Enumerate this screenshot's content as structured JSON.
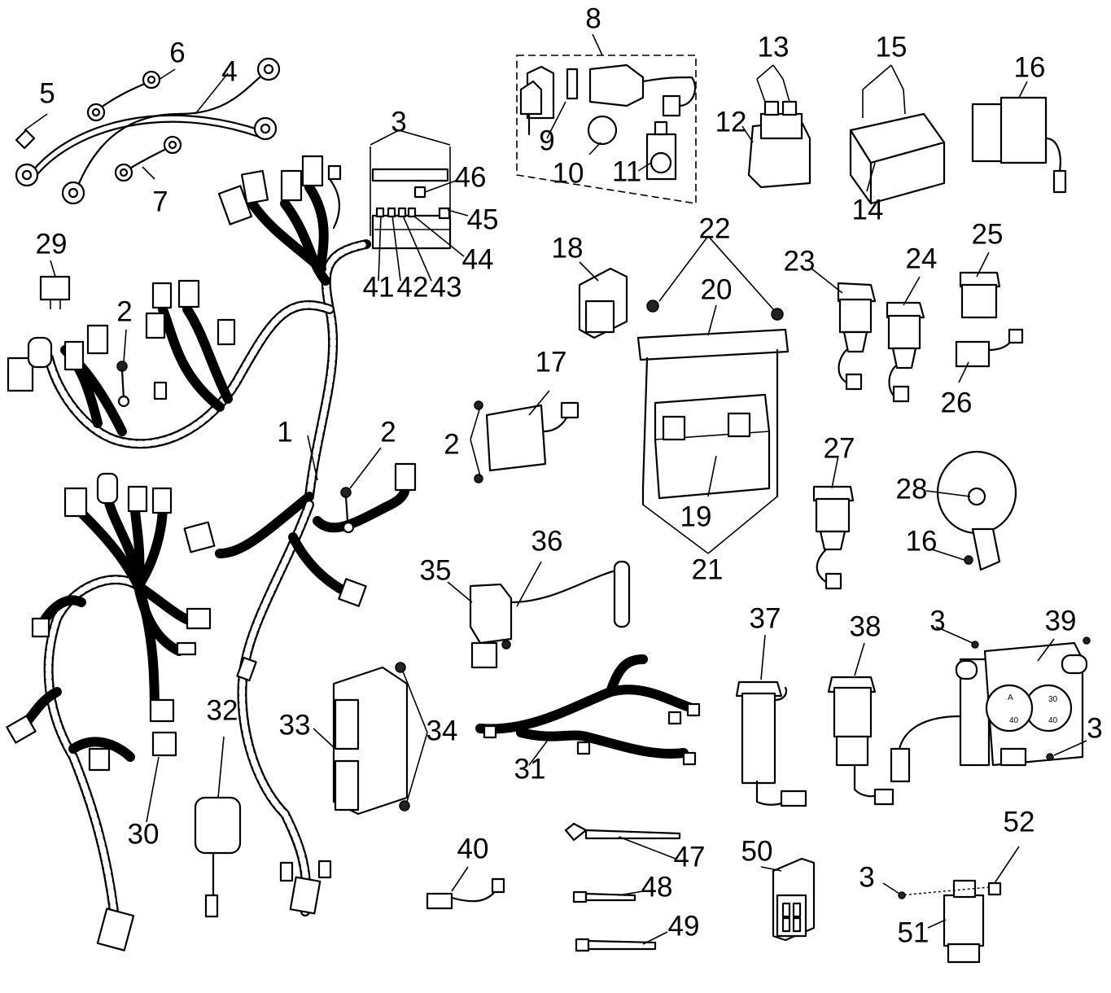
{
  "callouts": {
    "c1": "1",
    "c2a": "2",
    "c2b": "2",
    "c2c": "2",
    "c3a": "3",
    "c3b": "3",
    "c3c": "3",
    "c3d": "3",
    "c4": "4",
    "c5": "5",
    "c6": "6",
    "c7": "7",
    "c8": "8",
    "c9": "9",
    "c10": "10",
    "c11": "11",
    "c12": "12",
    "c13": "13",
    "c14": "14",
    "c15": "15",
    "c16a": "16",
    "c16b": "16",
    "c17": "17",
    "c18": "18",
    "c19": "19",
    "c20": "20",
    "c21": "21",
    "c22": "22",
    "c23": "23",
    "c24": "24",
    "c25": "25",
    "c26": "26",
    "c27": "27",
    "c28": "28",
    "c29": "29",
    "c30": "30",
    "c31": "31",
    "c32": "32",
    "c33": "33",
    "c34": "34",
    "c35": "35",
    "c36": "36",
    "c37": "37",
    "c38": "38",
    "c39": "39",
    "c40": "40",
    "c41": "41",
    "c42": "42",
    "c43": "43",
    "c44": "44",
    "c45": "45",
    "c46": "46",
    "c47": "47",
    "c48": "48",
    "c49": "49",
    "c50": "50",
    "c51": "51",
    "c52": "52"
  },
  "fuse_box_labels": {
    "l1": "A",
    "l2": "40",
    "l3": "40",
    "l4": "30"
  }
}
